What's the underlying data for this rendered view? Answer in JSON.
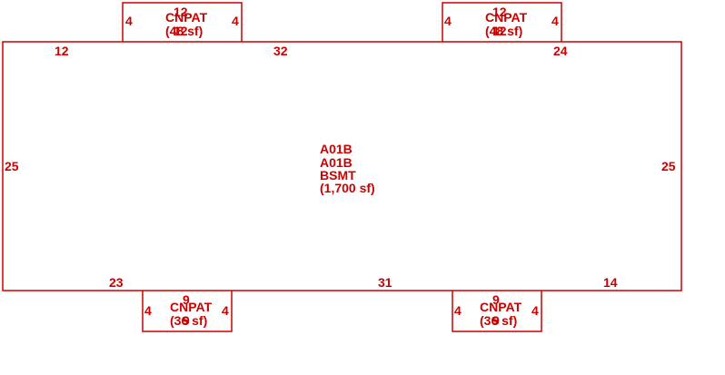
{
  "colors": {
    "line": "#cc0000",
    "text": "#cc0000",
    "background": "#ffffff"
  },
  "main_area": {
    "labels": [
      "A01B",
      "A01B",
      "BSMT",
      "(1,700 sf)"
    ],
    "dims": {
      "top_left": "12",
      "top_mid": "32",
      "top_right": "24",
      "left": "25",
      "right": "25",
      "bottom_left": "23",
      "bottom_mid": "31",
      "bottom_right": "14"
    }
  },
  "porches": {
    "top_left": {
      "name": "CNPAT",
      "area": "(48 sf)",
      "dims": {
        "top": "12",
        "bottom": "12",
        "left": "4",
        "right": "4"
      }
    },
    "top_right": {
      "name": "CNPAT",
      "area": "(48 sf)",
      "dims": {
        "top": "12",
        "bottom": "12",
        "left": "4",
        "right": "4"
      }
    },
    "bottom_left": {
      "name": "CNPAT",
      "area": "(36 sf)",
      "dims": {
        "top": "9",
        "bottom": "9",
        "left": "4",
        "right": "4"
      }
    },
    "bottom_right": {
      "name": "CNPAT",
      "area": "(36 sf)",
      "dims": {
        "top": "9",
        "bottom": "9",
        "left": "4",
        "right": "4"
      }
    }
  }
}
